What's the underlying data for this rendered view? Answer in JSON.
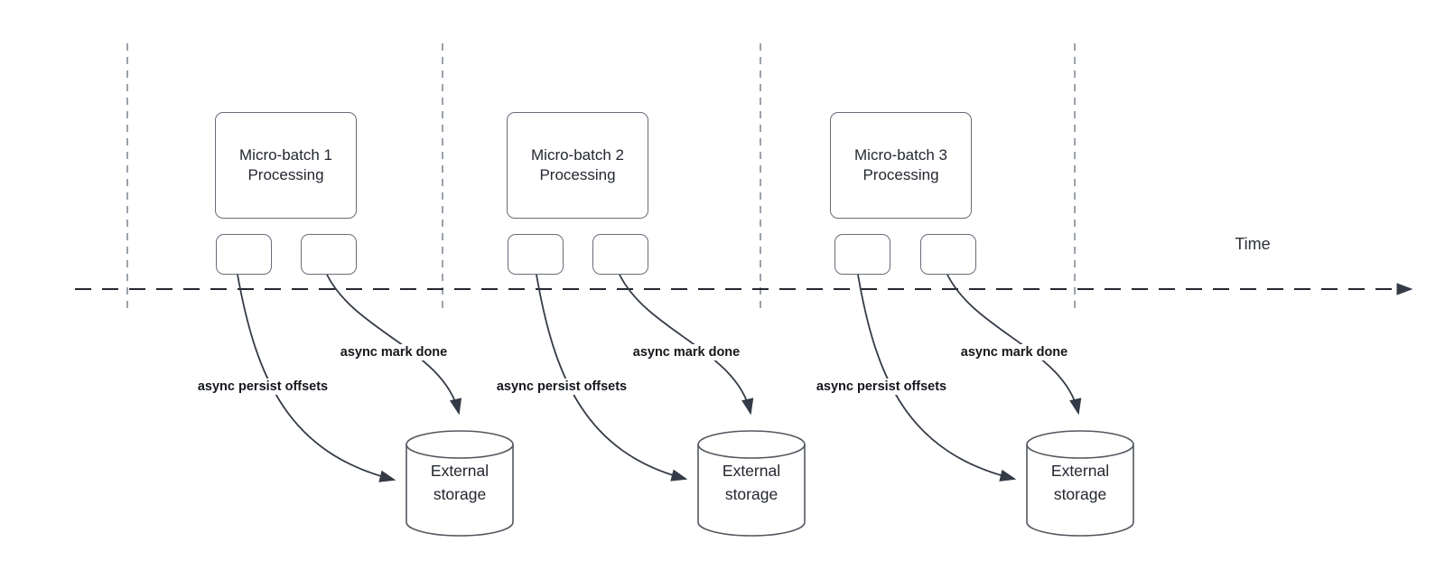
{
  "diagram": {
    "time_axis": {
      "label": "Time"
    },
    "groups": [
      {
        "main_label": "Micro-batch 1\nProcessing",
        "persist_arrow_label": "async persist offsets",
        "mark_done_arrow_label": "async mark done",
        "storage_label": "External\nstorage"
      },
      {
        "main_label": "Micro-batch 2\nProcessing",
        "persist_arrow_label": "async persist offsets",
        "mark_done_arrow_label": "async mark done",
        "storage_label": "External\nstorage"
      },
      {
        "main_label": "Micro-batch 3\nProcessing",
        "persist_arrow_label": "async persist offsets",
        "mark_done_arrow_label": "async mark done",
        "storage_label": "External\nstorage"
      }
    ],
    "colors": {
      "background": "#ffffff",
      "node_border": "#666d79",
      "node_text": "#23272f",
      "edge_line": "#343b47",
      "edge_label_text": "#14171c",
      "gridline": "#9aa2ab",
      "time_axis": "#23272f"
    }
  }
}
